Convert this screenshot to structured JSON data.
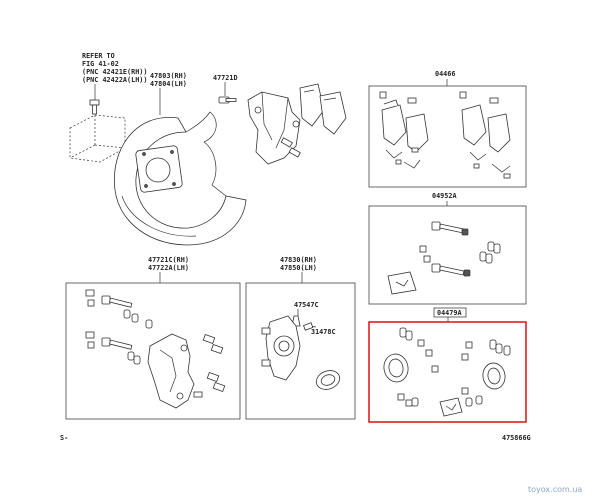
{
  "refer": [
    "REFER TO",
    "FIG 41-02",
    "(PNC  42421E(RH))",
    "(PNC  42422A(LH))"
  ],
  "parts": {
    "p47803": [
      "47803(RH)",
      "47804(LH)"
    ],
    "p47721D": "47721D",
    "p04466": "04466",
    "p04952A": "04952A",
    "p47721C": [
      "47721C(RH)",
      "47722A(LH)"
    ],
    "p47830": [
      "47830(RH)",
      "47850(LH)"
    ],
    "p47547C": "47547C",
    "p31478C": "31478C",
    "p04479A": "04479A"
  },
  "footer": {
    "left": "S-",
    "right": "475866G"
  },
  "watermark": "toyox.com.ua",
  "colors": {
    "highlight": "#e02020",
    "line": "#333333",
    "watermark": "#8aa8c8"
  }
}
